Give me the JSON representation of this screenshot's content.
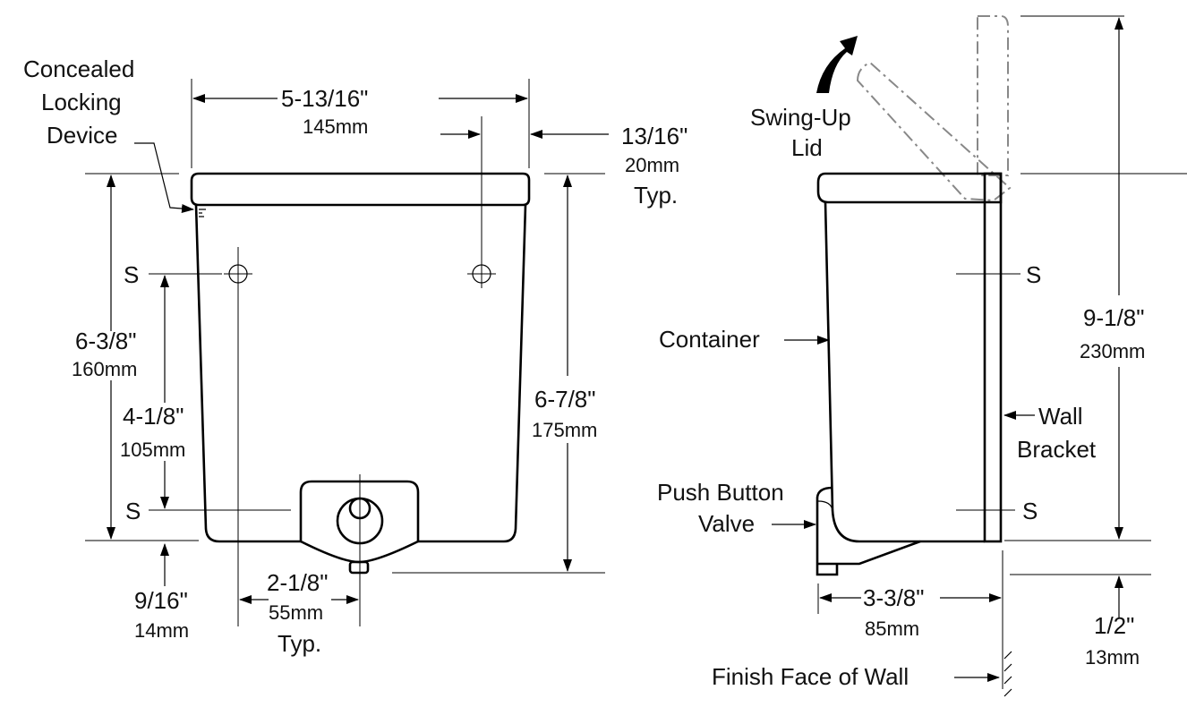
{
  "front_view": {
    "concealed_locking": [
      "Concealed",
      "Locking",
      "Device"
    ],
    "width_dim": "5-13/16\"",
    "width_mm": "145mm",
    "edge_dim": "13/16\"",
    "edge_mm": "20mm",
    "edge_typ": "Typ.",
    "s_top": "S",
    "s_bottom": "S",
    "overall_h_dim": "6-3/8\"",
    "overall_h_mm": "160mm",
    "mount_dim": "4-1/8\"",
    "mount_mm": "105mm",
    "height_dim": "6-7/8\"",
    "height_mm": "175mm",
    "bottom_dim": "9/16\"",
    "bottom_mm": "14mm",
    "hole_dim": "2-1/8\"",
    "hole_mm": "55mm",
    "hole_typ": "Typ."
  },
  "side_view": {
    "swing_up_lid": [
      "Swing-Up",
      "Lid"
    ],
    "container": "Container",
    "wall_bracket": [
      "Wall",
      "Bracket"
    ],
    "push_button_valve": [
      "Push Button",
      "Valve"
    ],
    "s_top": "S",
    "s_bottom": "S",
    "total_h_dim": "9-1/8\"",
    "total_h_mm": "230mm",
    "depth_dim": "3-3/8\"",
    "depth_mm": "85mm",
    "offset_dim": "1/2\"",
    "offset_mm": "13mm",
    "finish_face": "Finish Face of Wall"
  }
}
